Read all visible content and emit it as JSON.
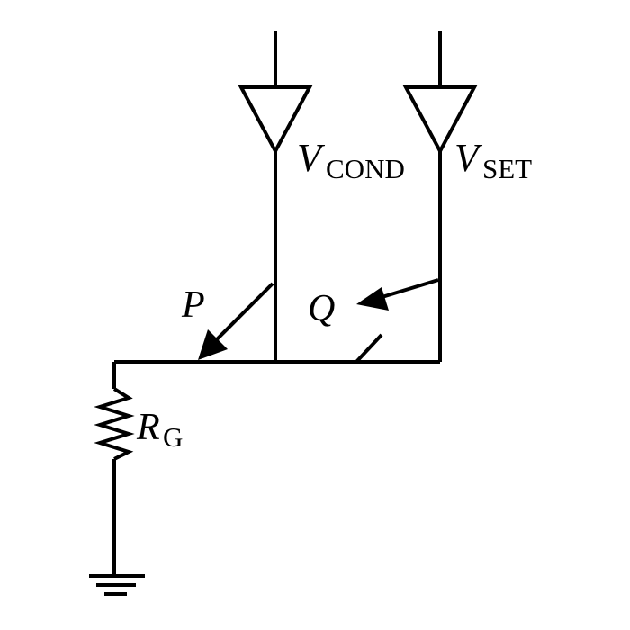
{
  "labels": {
    "v_cond_main": "V",
    "v_cond_sub": "COND",
    "v_set_main": "V",
    "v_set_sub": "SET",
    "p": "P",
    "q": "Q",
    "rg_main": "R",
    "rg_sub": "G"
  }
}
